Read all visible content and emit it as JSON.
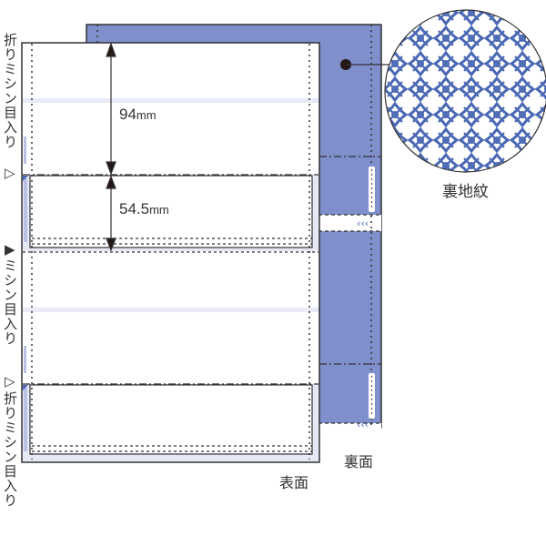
{
  "diagram": {
    "front_label": "表面",
    "back_label": "裏面",
    "pattern_label": "裏地紋",
    "dimensions": {
      "top_section": {
        "value": "94",
        "unit": "mm"
      },
      "lower_section": {
        "value": "54.5",
        "unit": "mm"
      }
    },
    "side_labels": {
      "fold_perforation_top": "折りミシン目入り",
      "fold_marker_top": "▷",
      "perforation_marker": "▶",
      "perforation_middle": "ミシン目入り",
      "fold_marker_bottom": "▷",
      "fold_perforation_bottom": "折りミシン目入り"
    },
    "colors": {
      "back_sheet": "#7f8fcb",
      "pattern_blue": "#4a68b4",
      "outline": "#333333",
      "line_light": "#e8eaf5"
    }
  }
}
